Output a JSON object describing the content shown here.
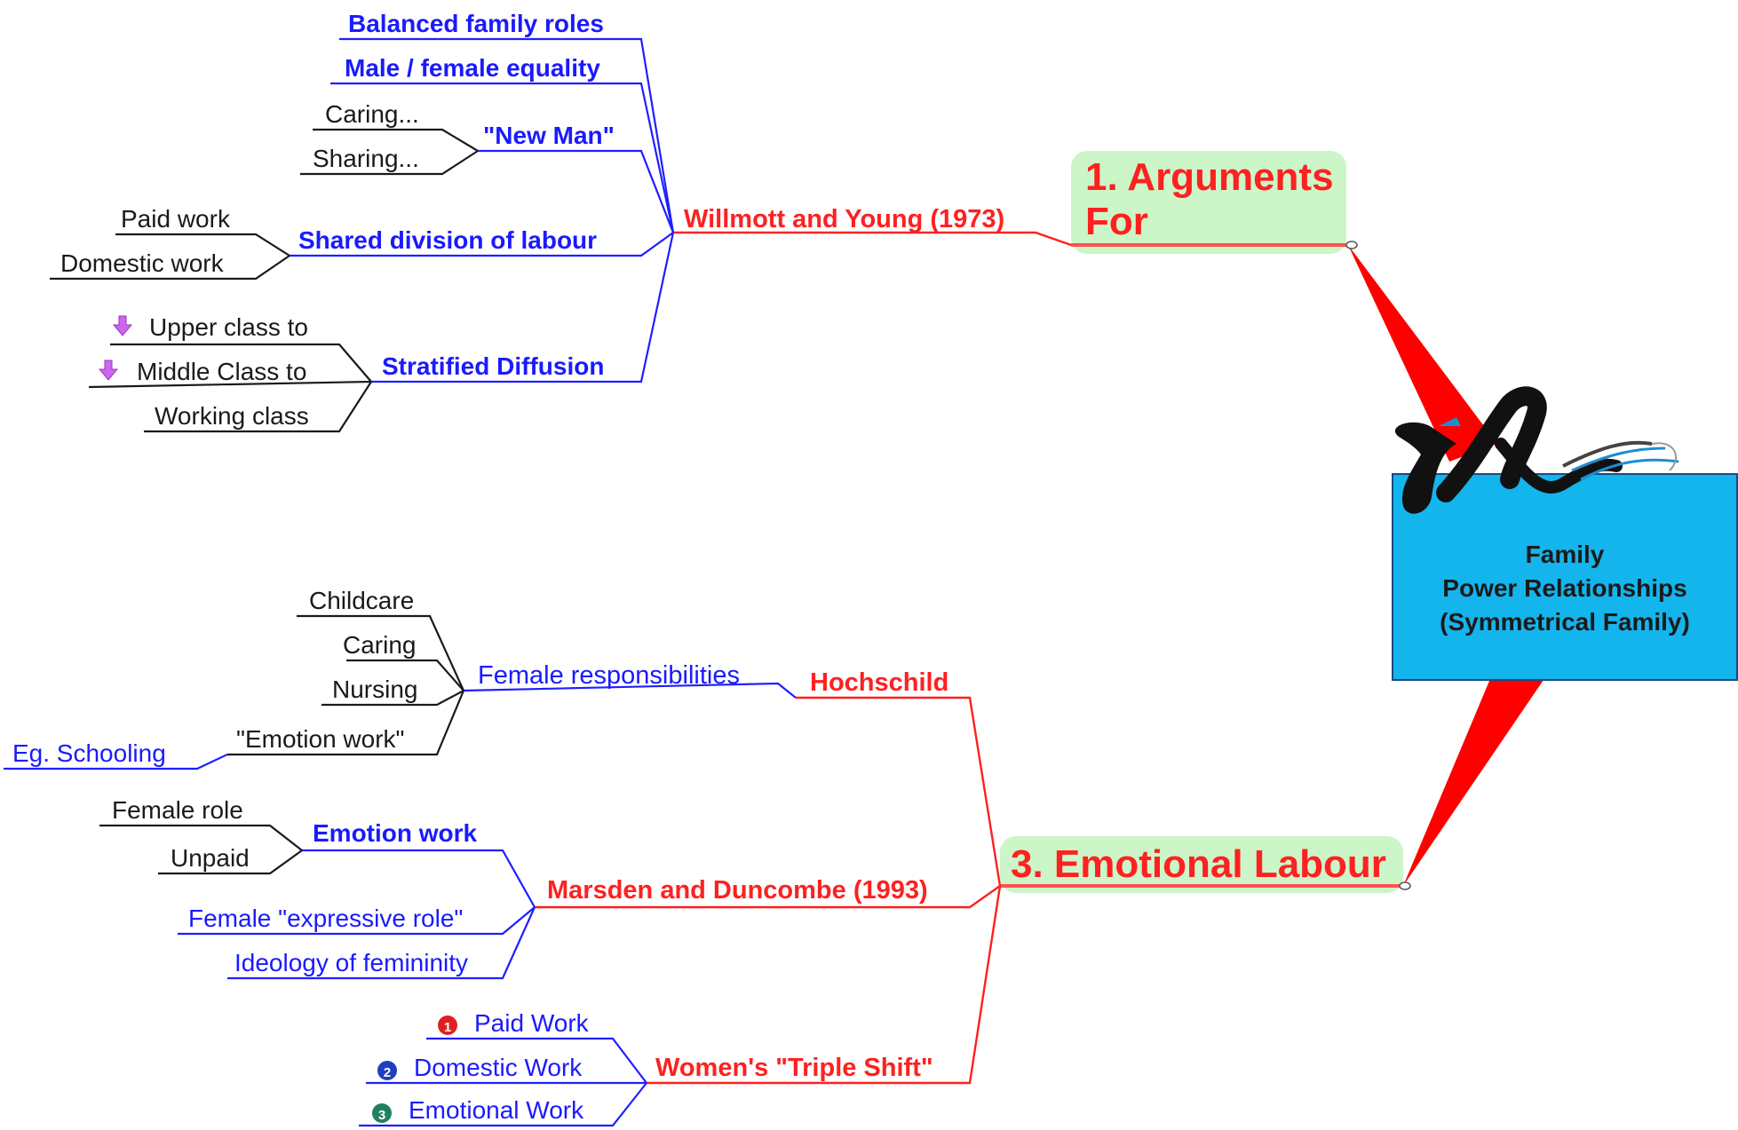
{
  "central": {
    "line1": "Family",
    "line2": "Power Relationships",
    "line3": "(Symmetrical Family)",
    "fill": "#14b4ec"
  },
  "main_topics": {
    "arguments_for": {
      "line1": "1. Arguments",
      "line2": "For",
      "bg": "#ccf5c8"
    },
    "emotional_labour": {
      "label": "3. Emotional Labour",
      "bg": "#ccf5c8"
    }
  },
  "willmott": {
    "label": "Willmott and Young (1973)",
    "balanced": "Balanced family roles",
    "equality": "Male / female equality",
    "new_man": "\"New Man\"",
    "caring": "Caring...",
    "sharing": "Sharing...",
    "shared_division": "Shared division of labour",
    "paid_work": "Paid work",
    "domestic_work": "Domestic work",
    "stratified": "Stratified Diffusion",
    "upper": "Upper class to",
    "middle": "Middle Class to",
    "working": "Working class"
  },
  "hochschild": {
    "label": "Hochschild",
    "female_resp": "Female responsibilities",
    "childcare": "Childcare",
    "caring": "Caring",
    "nursing": "Nursing",
    "emotion_work": "\"Emotion work\"",
    "schooling": "Eg. Schooling"
  },
  "marsden": {
    "label": "Marsden and Duncombe (1993)",
    "emotion_work": "Emotion work",
    "female_role": "Female role",
    "unpaid": "Unpaid",
    "expressive": "Female \"expressive role\"",
    "ideology": "Ideology of femininity"
  },
  "triple_shift": {
    "label": "Women's \"Triple Shift\"",
    "paid": "Paid Work",
    "domestic": "Domestic Work",
    "emotional": "Emotional Work",
    "badge1": "1",
    "badge2": "2",
    "badge3": "3"
  },
  "icons": {
    "arrow": "down-arrow-icon",
    "logo": "brush-logo-icon",
    "badge_colors": [
      "#e02020",
      "#2040c0",
      "#208060"
    ]
  }
}
